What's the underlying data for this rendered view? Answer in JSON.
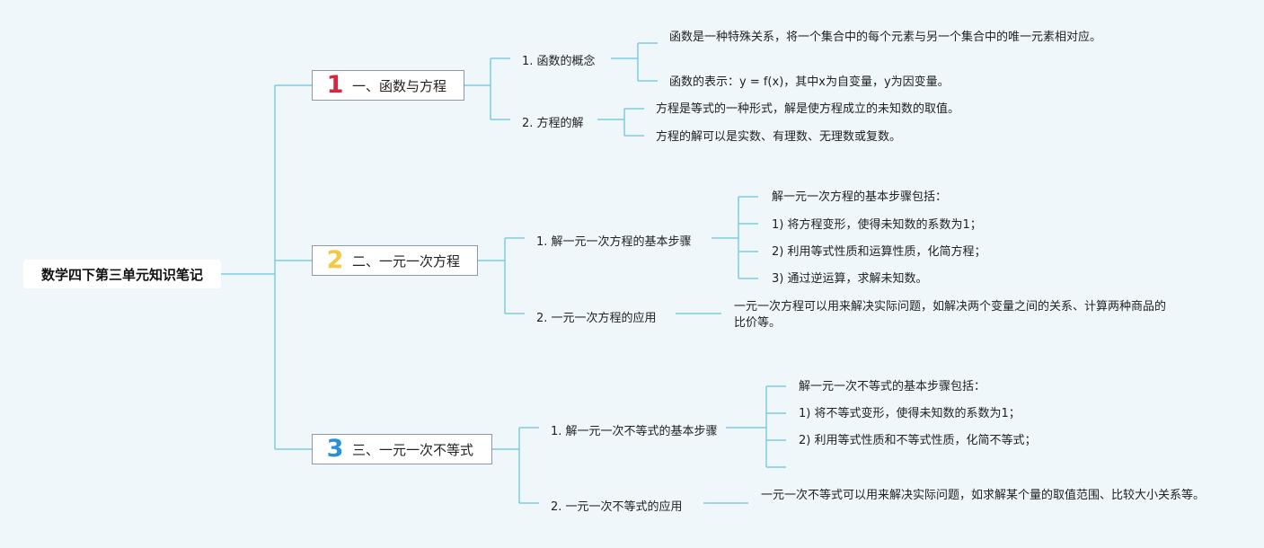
{
  "root": {
    "label": "数学四下第三单元知识笔记"
  },
  "colors": {
    "line": "#7fcce0",
    "one": "#d7263d",
    "two": "#f5c842",
    "three": "#2b8fd6",
    "background": "#eff7fb"
  },
  "sections": [
    {
      "number": "1",
      "label": "一、函数与方程",
      "subs": [
        {
          "label": "1. 函数的概念",
          "leaves": [
            "函数是一种特殊关系，将一个集合中的每个元素与另一个集合中的唯一元素相对应。",
            "函数的表示：y = f(x)，其中x为自变量，y为因变量。"
          ]
        },
        {
          "label": "2. 方程的解",
          "leaves": [
            "方程是等式的一种形式，解是使方程成立的未知数的取值。",
            "方程的解可以是实数、有理数、无理数或复数。"
          ]
        }
      ]
    },
    {
      "number": "2",
      "label": "二、一元一次方程",
      "subs": [
        {
          "label": "1. 解一元一次方程的基本步骤",
          "leaves": [
            "解一元一次方程的基本步骤包括：",
            "1) 将方程变形，使得未知数的系数为1；",
            "2) 利用等式性质和运算性质，化简方程；",
            "3) 通过逆运算，求解未知数。"
          ]
        },
        {
          "label": "2. 一元一次方程的应用",
          "leaves": [
            "一元一次方程可以用来解决实际问题，如解决两个变量之间的关系、计算两种商品的比价等。"
          ]
        }
      ]
    },
    {
      "number": "3",
      "label": "三、一元一次不等式",
      "subs": [
        {
          "label": "1. 解一元一次不等式的基本步骤",
          "leaves": [
            "解一元一次不等式的基本步骤包括：",
            "1) 将不等式变形，使得未知数的系数为1；",
            "2) 利用等式性质和不等式性质，化简不等式；",
            ""
          ]
        },
        {
          "label": "2. 一元一次不等式的应用",
          "leaves": [
            "一元一次不等式可以用来解决实际问题，如求解某个量的取值范围、比较大小关系等。"
          ]
        }
      ]
    }
  ]
}
